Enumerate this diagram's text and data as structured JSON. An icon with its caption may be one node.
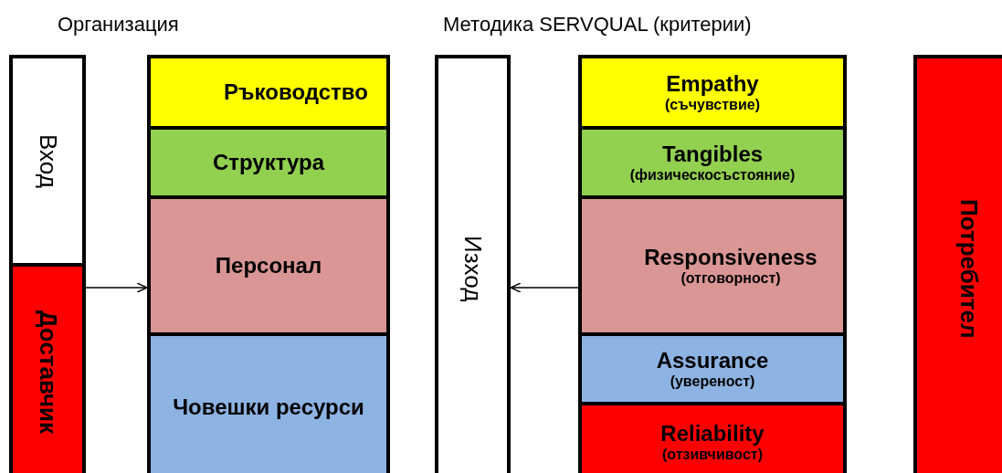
{
  "diagram": {
    "nodes": [
      {
        "text": [
          "Вход"
        ]
      },
      {
        "text": [
          "Доставчик"
        ]
      },
      {
        "text": [
          "Ръководство"
        ]
      },
      {
        "text": [
          "Структура"
        ]
      },
      {
        "text": [
          "Персонал"
        ]
      },
      {
        "text": [
          "Човешки ресурси"
        ]
      },
      {
        "text": [
          "Изход"
        ]
      },
      {
        "text": [
          "Empathy",
          "(съчувствие)"
        ]
      },
      {
        "text": [
          "Tangibles",
          "(физическосъстояние)"
        ]
      },
      {
        "text": [
          "Responsiveness",
          "(отговорност)"
        ]
      },
      {
        "text": [
          "Assurance",
          "(увереност)"
        ]
      },
      {
        "text": [
          "Reliability",
          "(отзивчивост)"
        ]
      },
      {
        "text": [
          "Потребител"
        ]
      }
    ],
    "edges": [
      {
        "from": 1,
        "to": 4,
        "arrow": "to"
      },
      {
        "from": 9,
        "to": 6,
        "arrow": "to"
      }
    ],
    "labels": [
      "Организация",
      "Методика SERVQUAL (критерии)"
    ]
  }
}
